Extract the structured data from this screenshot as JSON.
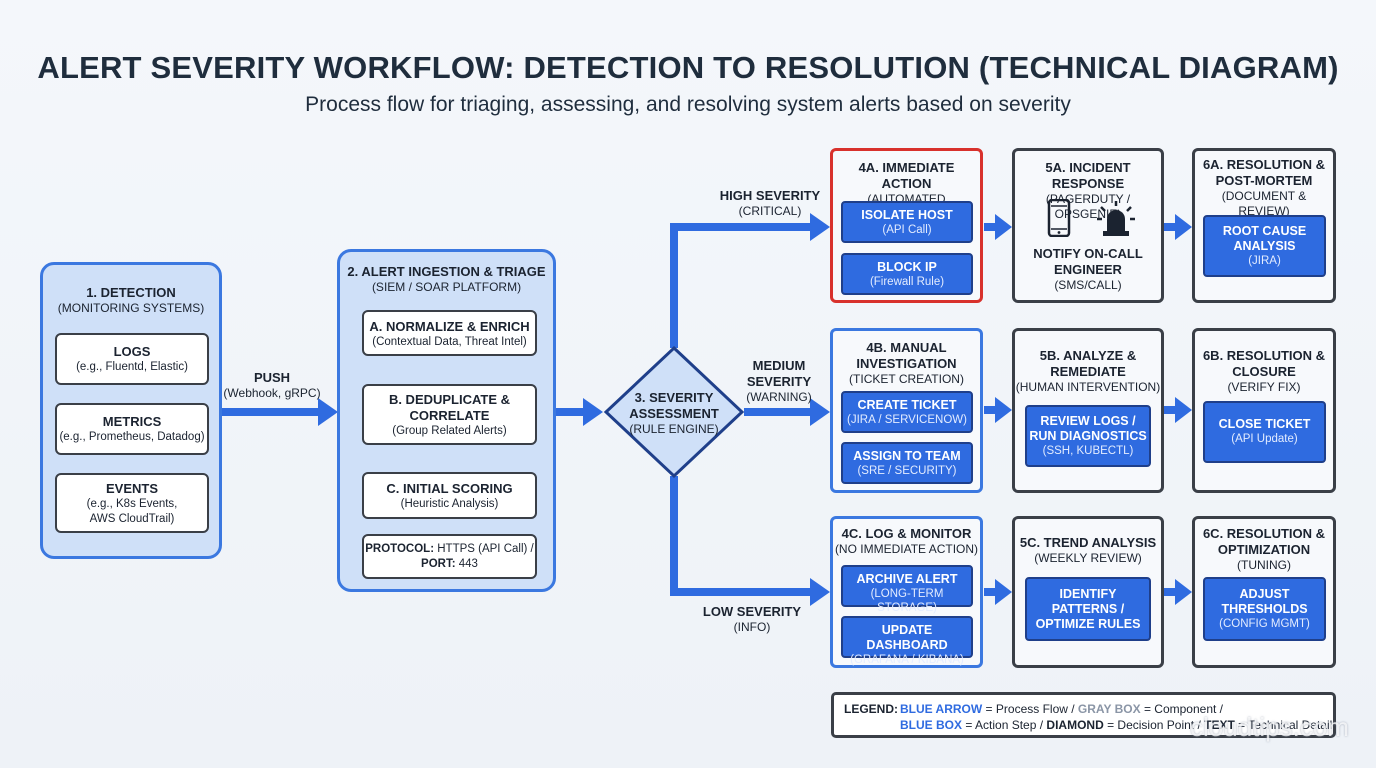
{
  "title": "ALERT SEVERITY WORKFLOW: DETECTION TO RESOLUTION (TECHNICAL DIAGRAM)",
  "subtitle": "Process flow for triaging, assessing, and resolving system alerts based on severity",
  "colors": {
    "accent_blue": "#2f6be0",
    "light_blue": "#cfe0f8",
    "critical_red": "#d8312c",
    "component_gray": "#3a3f47"
  },
  "detection": {
    "title": "1. DETECTION",
    "subtitle": "(MONITORING SYSTEMS)",
    "items": [
      {
        "title": "LOGS",
        "sub": "(e.g., Fluentd, Elastic)"
      },
      {
        "title": "METRICS",
        "sub": "(e.g., Prometheus, Datadog)"
      },
      {
        "title": "EVENTS",
        "sub1": "(e.g., K8s Events,",
        "sub2": "AWS CloudTrail)"
      }
    ]
  },
  "push": {
    "title": "PUSH",
    "sub": "(Webhook, gRPC)"
  },
  "ingestion": {
    "title": "2. ALERT INGESTION & TRIAGE",
    "subtitle": "(SIEM / SOAR PLATFORM)",
    "steps": [
      {
        "title": "A. NORMALIZE & ENRICH",
        "sub": "(Contextual Data, Threat Intel)"
      },
      {
        "title1": "B. DEDUPLICATE &",
        "title2": "CORRELATE",
        "sub": "(Group Related Alerts)"
      },
      {
        "title": "C. INITIAL SCORING",
        "sub": "(Heuristic Analysis)"
      }
    ],
    "protocol": {
      "label1": "PROTOCOL:",
      "value1": "HTTPS (API Call) /",
      "label2": "PORT:",
      "value2": "443"
    }
  },
  "assessment": {
    "line1": "3. SEVERITY",
    "line2": "ASSESSMENT",
    "sub": "(RULE ENGINE)"
  },
  "branches": {
    "high": {
      "title": "HIGH SEVERITY",
      "sub": "(CRITICAL)"
    },
    "medium": {
      "title1": "MEDIUM",
      "title2": "SEVERITY",
      "sub": "(WARNING)"
    },
    "low": {
      "title": "LOW SEVERITY",
      "sub": "(INFO)"
    }
  },
  "stage4a": {
    "title": "4A. IMMEDIATE ACTION",
    "sub": "(AUTOMATED RESPONSE)",
    "actions": [
      {
        "title": "ISOLATE HOST",
        "sub": "(API Call)"
      },
      {
        "title": "BLOCK IP",
        "sub": "(Firewall Rule)"
      }
    ]
  },
  "stage5a": {
    "title": "5A. INCIDENT RESPONSE",
    "sub": "(PAGERDUTY / OPSGENIE)",
    "icons": [
      "phone-icon",
      "siren-icon"
    ],
    "notify1": "NOTIFY ON-CALL",
    "notify2": "ENGINEER",
    "notify_sub": "(SMS/CALL)"
  },
  "stage6a": {
    "title1": "6A. RESOLUTION &",
    "title2": "POST-MORTEM",
    "sub": "(DOCUMENT & REVIEW)",
    "action": {
      "title1": "ROOT CAUSE",
      "title2": "ANALYSIS",
      "sub": "(JIRA)"
    }
  },
  "stage4b": {
    "title1": "4B. MANUAL",
    "title2": "INVESTIGATION",
    "sub": "(TICKET CREATION)",
    "actions": [
      {
        "title": "CREATE TICKET",
        "sub": "(JIRA / SERVICENOW)"
      },
      {
        "title": "ASSIGN TO TEAM",
        "sub": "(SRE / SECURITY)"
      }
    ]
  },
  "stage5b": {
    "title1": "5B. ANALYZE &",
    "title2": "REMEDIATE",
    "sub": "(HUMAN INTERVENTION)",
    "action": {
      "title1": "REVIEW LOGS /",
      "title2": "RUN DIAGNOSTICS",
      "sub": "(SSH, KUBECTL)"
    }
  },
  "stage6b": {
    "title1": "6B. RESOLUTION &",
    "title2": "CLOSURE",
    "sub": "(VERIFY FIX)",
    "action": {
      "title": "CLOSE TICKET",
      "sub": "(API Update)"
    }
  },
  "stage4c": {
    "title": "4C. LOG & MONITOR",
    "sub": "(NO IMMEDIATE ACTION)",
    "actions": [
      {
        "title": "ARCHIVE ALERT",
        "sub": "(LONG-TERM STORAGE)"
      },
      {
        "title": "UPDATE DASHBOARD",
        "sub": "(GRAFANA / KIBANA)"
      }
    ]
  },
  "stage5c": {
    "title": "5C. TREND ANALYSIS",
    "sub": "(WEEKLY REVIEW)",
    "action": {
      "title1": "IDENTIFY",
      "title2": "PATTERNS /",
      "title3": "OPTIMIZE RULES"
    }
  },
  "stage6c": {
    "title1": "6C. RESOLUTION &",
    "title2": "OPTIMIZATION",
    "sub": "(TUNING)",
    "action": {
      "title1": "ADJUST",
      "title2": "THRESHOLDS",
      "sub": "(CONFIG MGMT)"
    }
  },
  "legend": {
    "label": "LEGEND:",
    "blue_arrow": "BLUE ARROW",
    "blue_arrow_desc": " = Process Flow / ",
    "gray_box": "GRAY BOX",
    "gray_box_desc": " = Component /",
    "blue_box": "BLUE BOX",
    "blue_box_desc": " = Action Step / ",
    "diamond": "DIAMOND",
    "diamond_desc": " = Decision Point / ",
    "text": "TEXT",
    "text_desc": " = Technical Detail"
  },
  "watermark": "cloudtips.com"
}
